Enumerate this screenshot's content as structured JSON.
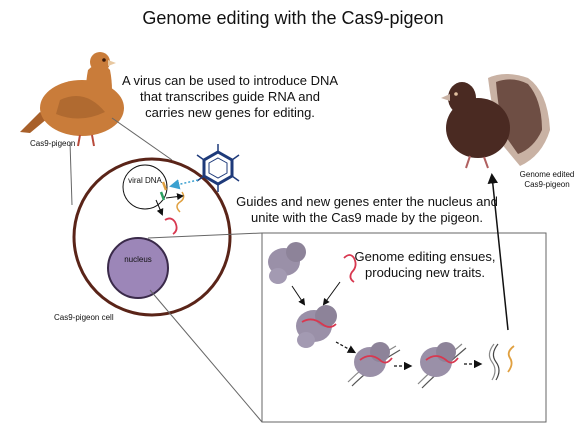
{
  "title": "Genome editing with the Cas9-pigeon",
  "captions": {
    "virus": "A virus can be used to introduce DNA that transcribes guide RNA and carries new genes for editing.",
    "guides": "Guides and new genes enter the nucleus and unite with the Cas9 made by the pigeon.",
    "editing": "Genome editing ensues, producing new traits."
  },
  "labels": {
    "pigeon": "Cas9-pigeon",
    "edited": "Genome edited Cas9-pigeon",
    "cell": "Cas9-pigeon cell",
    "viral_dna": "viral DNA",
    "nucleus": "nucleus"
  },
  "colors": {
    "cell_border": "#5a2418",
    "nucleus_fill": "#9c86b8",
    "protein": "#9a90a8",
    "rna": "#d83850",
    "dna_accent": "#e0a040",
    "virus": "#1e3a7a",
    "pigeon_orange": "#c97c3a",
    "pigeon_brown": "#4a2a22"
  }
}
